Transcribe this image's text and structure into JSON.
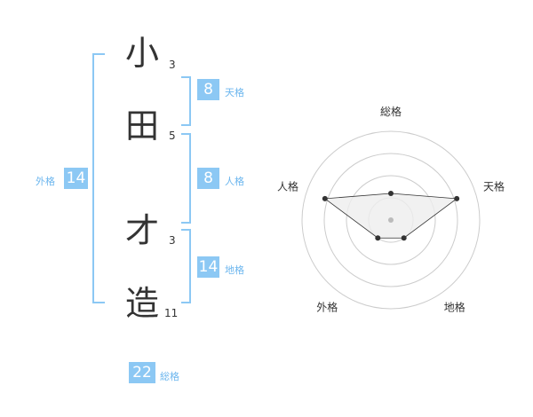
{
  "name": {
    "characters": [
      {
        "char": "小",
        "strokes": "3"
      },
      {
        "char": "田",
        "strokes": "5"
      },
      {
        "char": "才",
        "strokes": "3"
      },
      {
        "char": "造",
        "strokes": "11"
      }
    ]
  },
  "grades": {
    "tenkaku": {
      "value": "8",
      "label": "天格"
    },
    "jinkaku": {
      "value": "8",
      "label": "人格"
    },
    "chikaku": {
      "value": "14",
      "label": "地格"
    },
    "gaikaku": {
      "value": "14",
      "label": "外格"
    },
    "soukaku": {
      "value": "22",
      "label": "総格"
    }
  },
  "chart_data": {
    "type": "radar",
    "categories": [
      "総格",
      "天格",
      "地格",
      "外格",
      "人格"
    ],
    "values": [
      0.3,
      0.78,
      0.25,
      0.25,
      0.78
    ],
    "rings": 4,
    "colors": {
      "fill": "#eeeeee",
      "line": "#333333",
      "ring": "#cccccc",
      "center": "#bbbbbb"
    }
  }
}
